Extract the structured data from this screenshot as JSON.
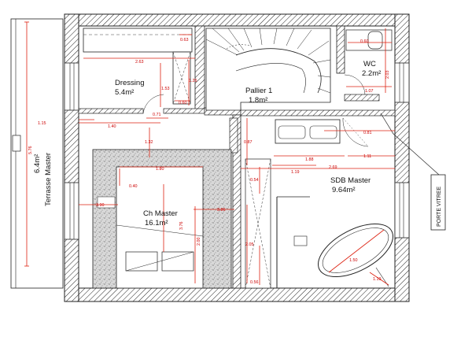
{
  "rooms": {
    "dressing": {
      "name": "Dressing",
      "area": "5.4m²"
    },
    "pallier": {
      "name": "Pallier 1",
      "area": "1.8m²"
    },
    "wc": {
      "name": "WC",
      "area": "2.2m²"
    },
    "ch_master": {
      "name": "Ch Master",
      "area": "16.1m²"
    },
    "sdb_master": {
      "name": "SDB Master",
      "area": "9.64m²"
    },
    "terrasse": {
      "name": "Terrasse Master",
      "area": "6.4m²"
    }
  },
  "callout": {
    "label": "PORTE VITREE"
  },
  "dims": {
    "d_063a": "0.63",
    "d_263": "2.63",
    "d_126": "1.26",
    "d_153": "1.53",
    "d_060": "0.60",
    "d_071": "0.71",
    "d_140": "1.40",
    "d_115": "1.15",
    "d_576": "5.76",
    "d_132": "1.32",
    "d_180": "1.80",
    "d_040": "0.40",
    "d_390": "3.90",
    "d_376": "3.76",
    "d_200": "2.00",
    "d_386": "3.86",
    "d_087": "0.87",
    "d_054": "0.54",
    "d_119": "1.19",
    "d_188": "1.88",
    "d_081": "0.81",
    "d_269": "2.69",
    "d_111": "1.11",
    "d_205": "2.05",
    "d_056": "0.56",
    "d_060w": "0.60",
    "d_107": "1.07",
    "d_203": "2.03",
    "d_150": "1.50",
    "d_119b": "1.19"
  }
}
